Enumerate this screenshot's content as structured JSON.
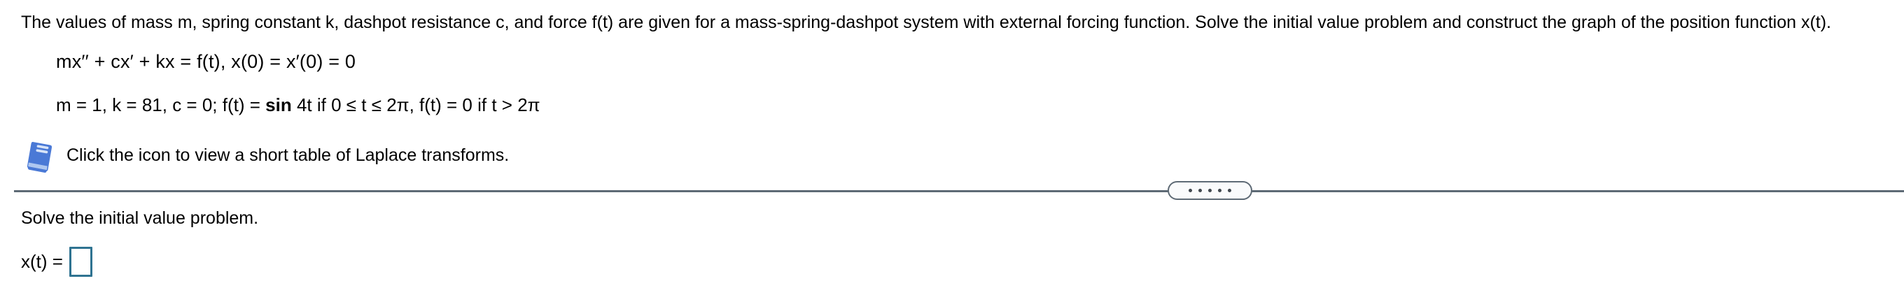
{
  "colors": {
    "divider": "#5e6a75",
    "pill_fill": "#fafbfc",
    "dot": "#40474e",
    "input_border": "#2f7391",
    "book_blue": "#4a79d6",
    "book_light": "#aec7f0",
    "book_stripe": "#d8e4f8",
    "text": "#000000"
  },
  "problem": {
    "statement": "The values of mass m, spring constant k, dashpot resistance c, and force f(t) are given for a mass-spring-dashpot system with external forcing function. Solve the initial value problem and construct the graph of the position function x(t).",
    "equation": "mx′′ + cx′ + kx = f(t), x(0) = x′(0) = 0",
    "parameters": {
      "prefix": "m = 1, k = 81, c = 0; f(t) = ",
      "bold": "sin",
      "suffix": " 4t if 0 ≤ t ≤ 2π, f(t) = 0 if t > 2π"
    },
    "laplace_hint": "Click the icon to view a short table of Laplace transforms."
  },
  "answer_section": {
    "prompt": "Solve the initial value problem.",
    "answer_label": "x(t) =",
    "input_value": ""
  }
}
